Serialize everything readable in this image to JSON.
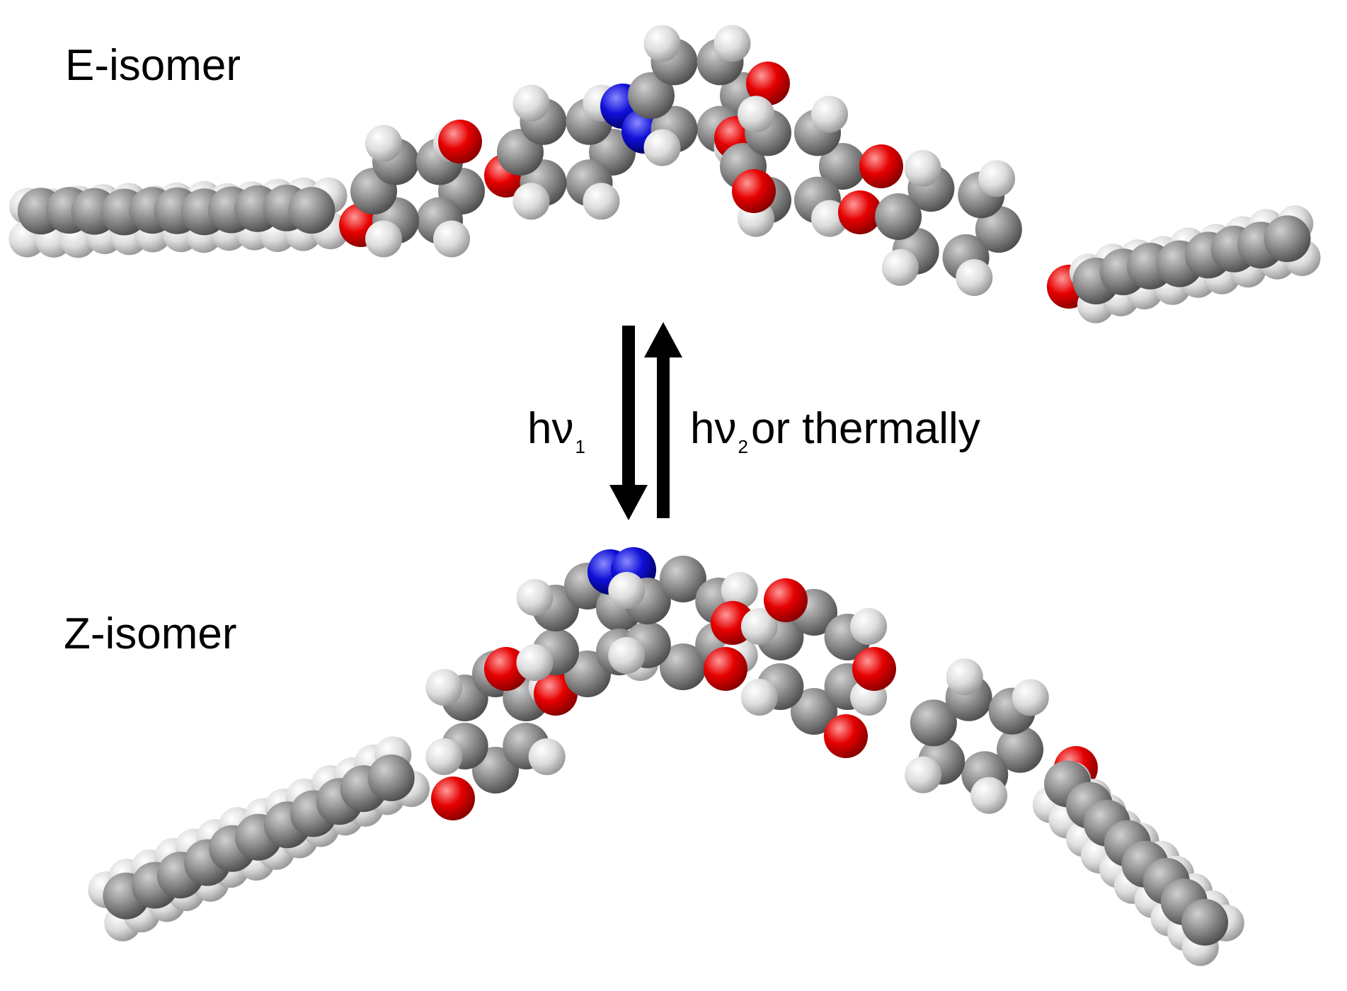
{
  "labels": {
    "e_isomer": "E-isomer",
    "z_isomer": "Z-isomer",
    "forward_h": "hν",
    "forward_sub": "1",
    "reverse_h": "hν",
    "reverse_sub": "2",
    "reverse_rest": "or thermally"
  },
  "colors": {
    "hydrogen": "#e6e6e6",
    "carbon": "#8c8c8c",
    "oxygen": "#e60000",
    "nitrogen": "#1010d8",
    "arrow": "#000000"
  }
}
